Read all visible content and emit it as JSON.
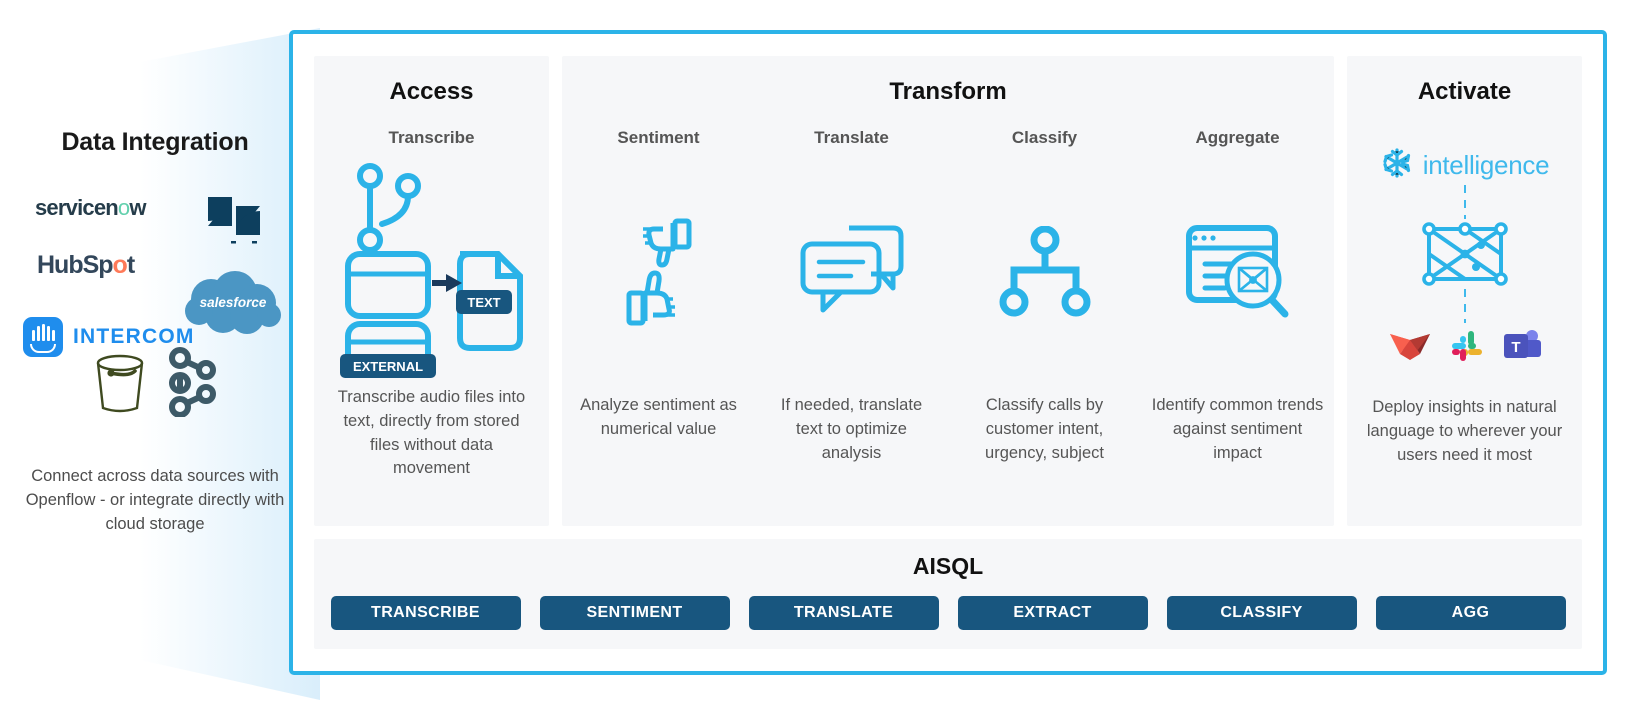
{
  "left": {
    "title": "Data Integration",
    "caption": "Connect across data sources with Openflow - or integrate directly with cloud storage",
    "logos": [
      {
        "name": "servicenow",
        "label": "servicen",
        "label_accent": "o",
        "label_tail": "w"
      },
      {
        "name": "hubspot",
        "label_a": "HubSp",
        "label_b": "o",
        "label_c": "t"
      },
      {
        "name": "intercom",
        "label": "INTERCOM"
      },
      {
        "name": "zendesk",
        "label": ""
      },
      {
        "name": "salesforce",
        "label": "salesforce"
      },
      {
        "name": "s3-bucket",
        "label": ""
      },
      {
        "name": "kafka",
        "label": ""
      }
    ]
  },
  "panel": {
    "stages": [
      {
        "key": "access",
        "title": "Access",
        "columns": [
          {
            "name": "Transcribe",
            "desc": "Transcribe audio files into text, directly from stored files without data movement",
            "badge_external": "EXTERNAL",
            "badge_text": "TEXT"
          }
        ]
      },
      {
        "key": "transform",
        "title": "Transform",
        "columns": [
          {
            "name": "Sentiment",
            "desc": "Analyze sentiment as numerical value"
          },
          {
            "name": "Translate",
            "desc": "If needed, translate text to optimize analysis"
          },
          {
            "name": "Classify",
            "desc": "Classify calls by customer intent, urgency, subject"
          },
          {
            "name": "Aggregate",
            "desc": "Identify common trends against sentiment impact"
          }
        ]
      },
      {
        "key": "activate",
        "title": "Activate",
        "columns": [
          {
            "name": "intelligence",
            "desc": "Deploy insights in natural language to wherever your users need it most",
            "destinations": [
              "looker",
              "slack",
              "microsoft-teams"
            ]
          }
        ]
      }
    ],
    "aisql": {
      "title": "AISQL",
      "chips": [
        "TRANSCRIBE",
        "SENTIMENT",
        "TRANSLATE",
        "EXTRACT",
        "CLASSIFY",
        "AGG"
      ]
    }
  },
  "colors": {
    "border_blue": "#2bb3e8",
    "icon_blue": "#2bb3e8",
    "chip_navy": "#18567f",
    "panel_bg": "#f6f7f9",
    "arrow_navy": "#1b3a5c"
  }
}
